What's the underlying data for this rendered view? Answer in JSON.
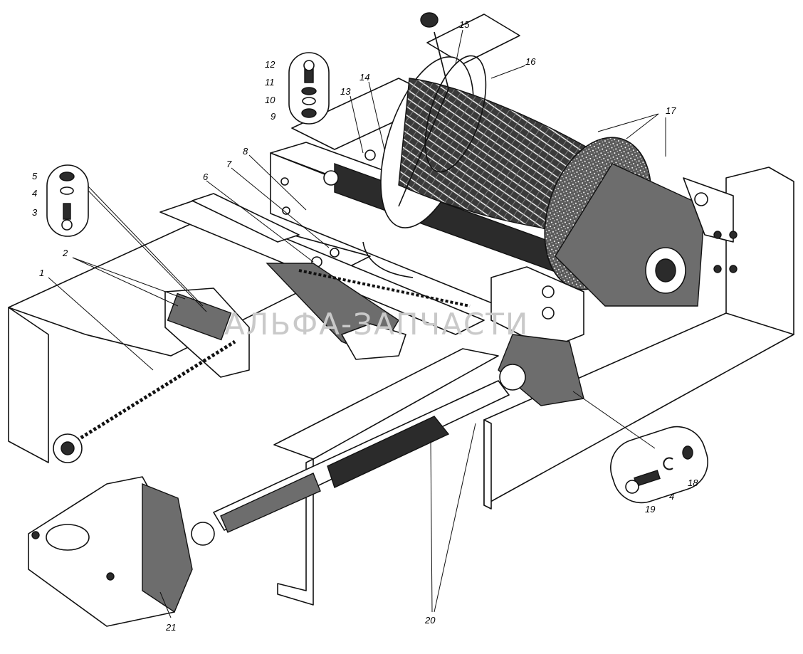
{
  "diagram": {
    "watermark": "АЛЬФА-ЗАПЧАСТИ",
    "callouts": {
      "c1": "1",
      "c2": "2",
      "c3": "3",
      "c4a": "4",
      "c5": "5",
      "c6": "6",
      "c7": "7",
      "c8": "8",
      "c9": "9",
      "c10": "10",
      "c11": "11",
      "c12": "12",
      "c13": "13",
      "c14": "14",
      "c15": "15",
      "c16": "16",
      "c17": "17",
      "c4b": "4",
      "c18": "18",
      "c19": "19",
      "c20": "20",
      "c21": "21"
    }
  }
}
